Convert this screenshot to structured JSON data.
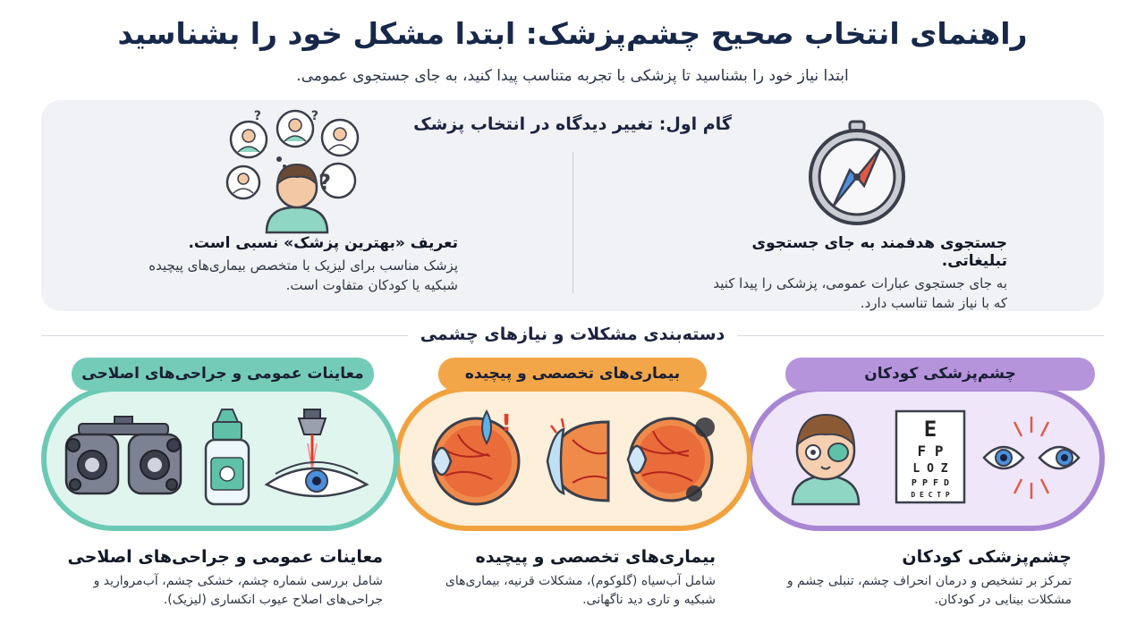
{
  "header": {
    "title": "راهنمای انتخاب صحیح چشم‌پزشک: ابتدا مشکل خود را بشناسید",
    "subtitle": "ابتدا نیاز خود را بشناسید تا پزشکی با تجربه متناسب پیدا کنید، به جای جستجوی عمومی."
  },
  "step_one": {
    "title": "گام اول: تغییر دیدگاه در انتخاب پزشک",
    "right": {
      "heading": "جستجوی هدفمند به جای جستجوی تبلیغاتی.",
      "body": "به جای جستجوی عبارات عمومی، پزشکی را پیدا کنید که با نیاز شما تناسب دارد.",
      "icon": "compass-icon"
    },
    "left": {
      "heading": "تعریف «بهترین پزشک» نسبی است.",
      "body": "پزشک مناسب برای لیزیک با متخصص بیماری‌های پیچیده شبکیه یا کودکان متفاوت است.",
      "icon": "thinking-patient-icon"
    }
  },
  "categories": {
    "title": "دسته‌بندی مشکلات و نیازهای چشمی",
    "items": [
      {
        "label": "چشم‌پزشکی کودکان",
        "heading": "چشم‌پزشکی کودکان",
        "body": "تمرکز بر تشخیص و درمان انحراف چشم، تنبلی چشم و مشکلات بینایی در کودکان.",
        "color": "#a886d3"
      },
      {
        "label": "بیماری‌های تخصصی و پیچیده",
        "heading": "بیماری‌های تخصصی و پیچیده",
        "body": "شامل آب‌سیاه (گلوکوم)، مشکلات قرنیه، بیماری‌های شبکیه و تاری دید ناگهانی.",
        "color": "#f1a23f"
      },
      {
        "label": "معاینات عمومی و جراحی‌های اصلاحی",
        "heading": "معاینات عمومی و جراحی‌های اصلاحی",
        "body": "شامل بررسی شماره چشم، خشکی چشم، آب‌مروارید و جراحی‌های اصلاح عیوب انکساری (لیزیک).",
        "color": "#6bc9b4"
      }
    ],
    "eye_chart_rows": [
      "E",
      "F P",
      "L O Z",
      "P P F D",
      "D E C T P"
    ]
  },
  "icon_symbols": {
    "question": "?",
    "exclaim": "!"
  }
}
